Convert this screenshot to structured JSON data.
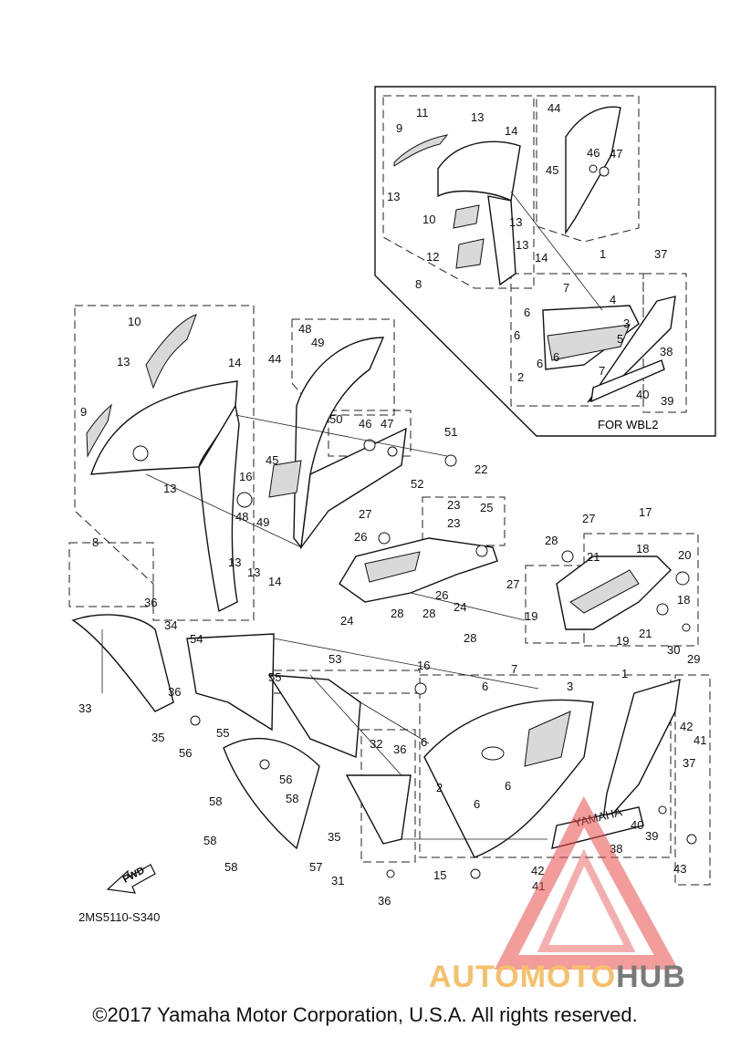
{
  "diagram": {
    "reference_code": "2MS5110-S340",
    "inset_caption": "FOR WBL2",
    "fwd_label": "FWD",
    "copyright": "©2017 Yamaha Motor Corporation, U.S.A. All rights reserved.",
    "watermark": {
      "part1": "AUTO",
      "part2": "MOTO",
      "part3": "HUB",
      "color_primary": "#f6c06a",
      "color_triangle": "#e84b4b",
      "color_secondary": "#7a7a7a"
    },
    "decal_text": "YAMAHA",
    "callouts": {
      "i9": "9",
      "i11": "11",
      "i13a": "13",
      "i14a": "14",
      "i44": "44",
      "i46": "46",
      "i47": "47",
      "i45": "45",
      "i13b": "13",
      "i10": "10",
      "i13c": "13",
      "i13d": "13",
      "i12": "12",
      "i14b": "14",
      "i8": "8",
      "i1": "1",
      "i37": "37",
      "i7a": "7",
      "i4": "4",
      "i6a": "6",
      "i3": "3",
      "i6b": "6",
      "i5": "5",
      "i6c": "6",
      "i38": "38",
      "i2": "2",
      "i7b": "7",
      "i40": "40",
      "i39": "39",
      "m10": "10",
      "m13a": "13",
      "m14a": "14",
      "m9": "9",
      "m13b": "13",
      "m16a": "16",
      "m8": "8",
      "m48a": "48",
      "m49a": "49",
      "m13c": "13",
      "m13d": "13",
      "m14b": "14",
      "m48b": "48",
      "m49b": "49",
      "m44": "44",
      "m50": "50",
      "m46": "46",
      "m47": "47",
      "m51": "51",
      "m45": "45",
      "m52": "52",
      "m22": "22",
      "m27a": "27",
      "m23a": "23",
      "m25": "25",
      "m23b": "23",
      "m26a": "26",
      "m27b": "27",
      "m26b": "26",
      "m24a": "24",
      "m24b": "24",
      "m28a": "28",
      "m28b": "28",
      "m17": "17",
      "m27c": "27",
      "m28c": "28",
      "m18a": "18",
      "m21a": "21",
      "m20": "20",
      "m18b": "18",
      "m19a": "19",
      "m19b": "19",
      "m21b": "21",
      "m28d": "28",
      "m30": "30",
      "m29": "29",
      "m36a": "36",
      "m34": "34",
      "m54": "54",
      "m33": "33",
      "m36b": "36",
      "m35a": "35",
      "m56a": "56",
      "m55a": "55",
      "m55b": "55",
      "m53": "53",
      "m16b": "16",
      "m1": "1",
      "m7": "7",
      "m6a": "6",
      "m3": "3",
      "m6b": "6",
      "m42a": "42",
      "m41a": "41",
      "m37": "37",
      "m32": "32",
      "m36c": "36",
      "m2": "2",
      "m6c": "6",
      "m6d": "6",
      "m58a": "58",
      "m56b": "56",
      "m58b": "58",
      "m35b": "35",
      "m58c": "58",
      "m58d": "58",
      "m57": "57",
      "m31": "31",
      "m15": "15",
      "m36d": "36",
      "m40": "40",
      "m39": "39",
      "m38": "38",
      "m43": "43",
      "m42b": "42",
      "m41b": "41"
    }
  }
}
